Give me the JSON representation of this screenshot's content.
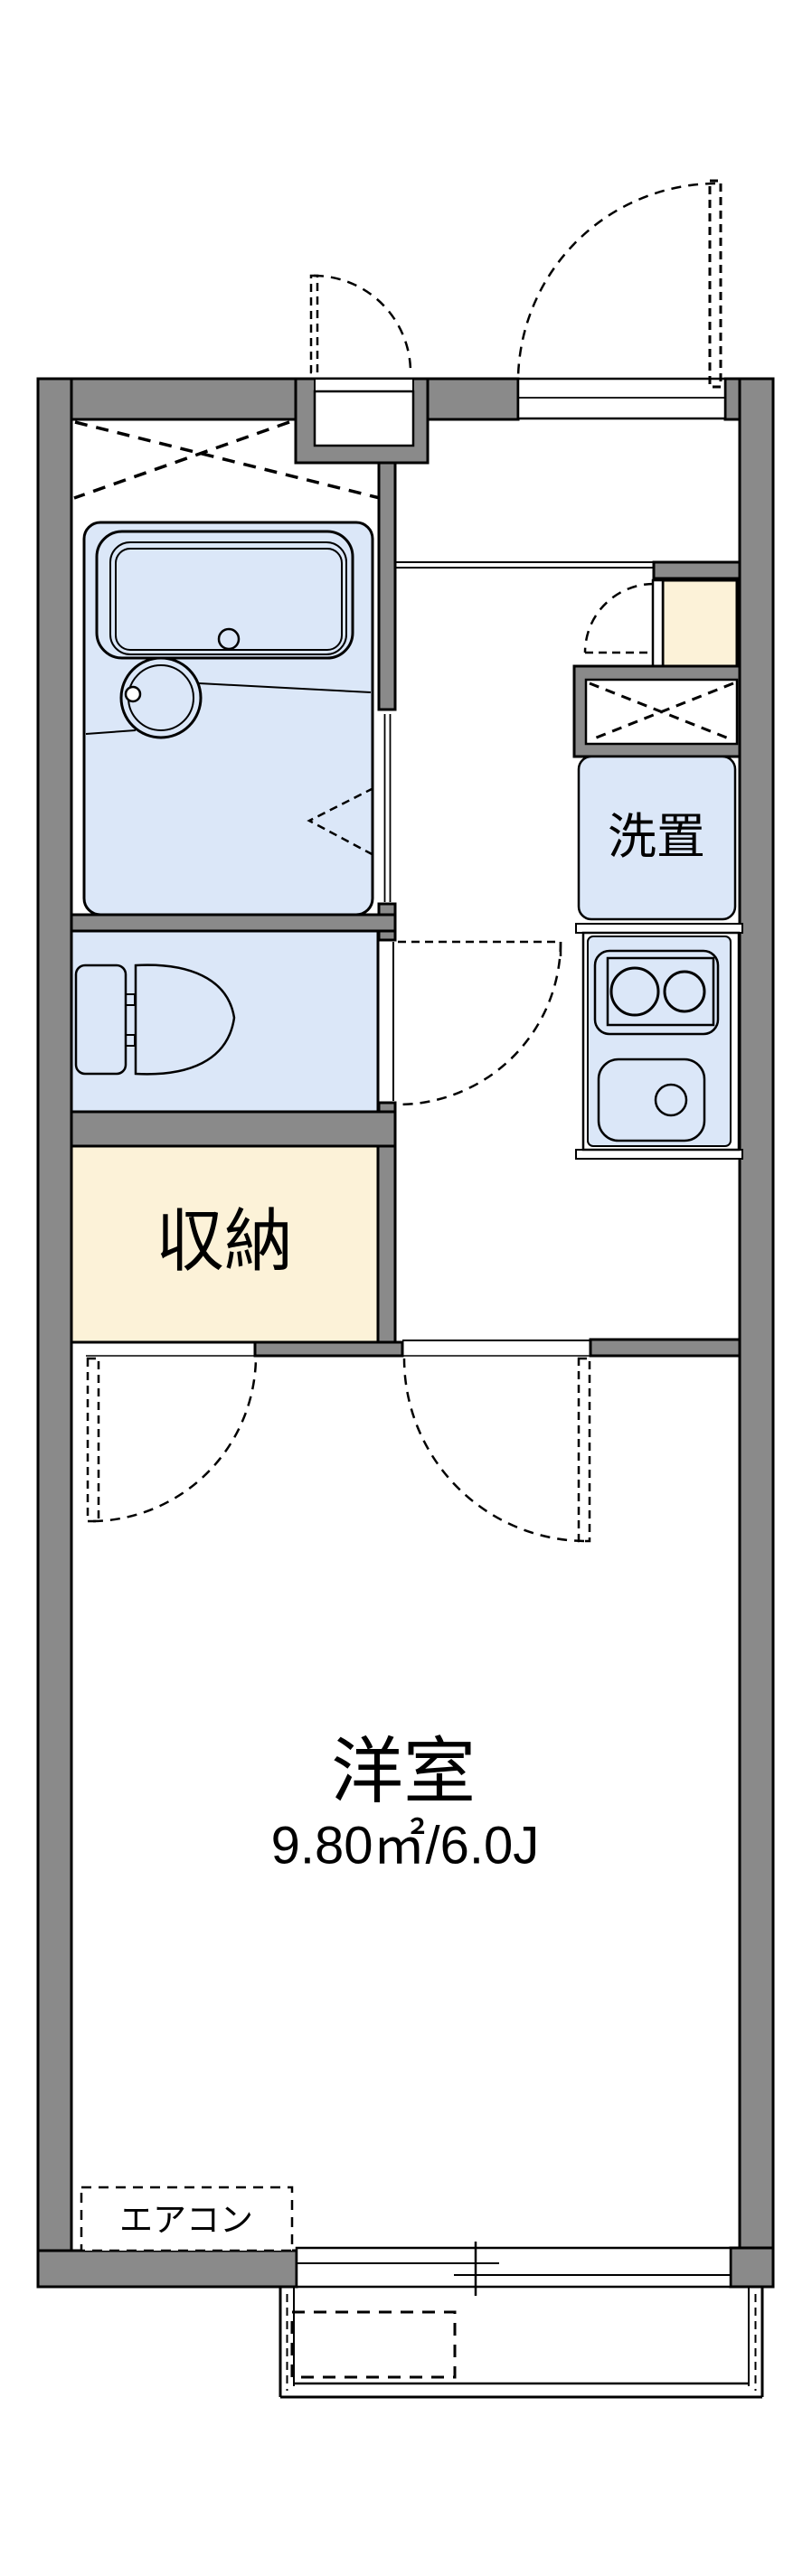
{
  "floorplan": {
    "rooms": {
      "storage_label": "収納",
      "washer_label": "洗置",
      "main_room_label": "洋室",
      "main_room_area": "9.80㎡/6.0J",
      "aircon_label": "エアコン"
    },
    "colors": {
      "wall": "#8a8a8a",
      "water": "#dbe7f8",
      "storage": "#fcf2d8",
      "line": "#000000",
      "background": "#ffffff"
    }
  }
}
